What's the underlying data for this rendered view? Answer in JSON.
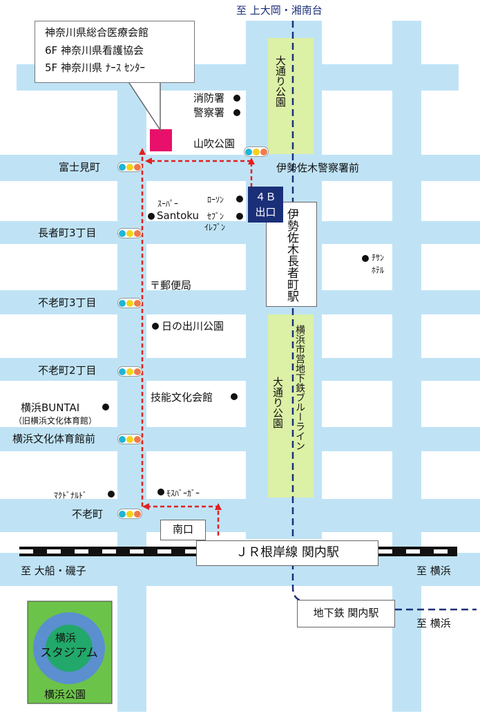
{
  "title_box": {
    "line1": "神奈川県総合医療会館",
    "line2": "6F 神奈川県看護協会",
    "line3": "5F 神奈川県 ﾅｰｽ ｾﾝﾀｰ"
  },
  "directions": {
    "north": "至 上大岡・湘南台",
    "west": "至 大船・磯子",
    "east": "至 横浜",
    "east_subway": "至 横浜"
  },
  "stations": {
    "isezaki": "伊勢佐木長者町駅",
    "exit": {
      "line1": "４Ｂ",
      "line2": "出口"
    },
    "jr": "ＪＲ根岸線 関内駅",
    "south_exit": "南口",
    "subway_kannai": "地下鉄 関内駅",
    "subway_line": "横浜市営地下鉄ブルーライン"
  },
  "parks": {
    "odori_top": "大通り公園",
    "odori_bottom": "大通り公園",
    "yokohama_park": "横浜公園",
    "stadium": "横浜スタジアム"
  },
  "intersections": {
    "fujimicho": "富士見町",
    "yamabuki": "山吹公園",
    "nagasha3": "長者町3丁目",
    "furo3": "不老町3丁目",
    "furo2": "不老町2丁目",
    "bunka": "横浜文化体育館前",
    "furocho": "不老町",
    "isezaki_police": "伊勢佐木警察署前"
  },
  "landmarks": {
    "fire": "消防署",
    "police": "警察署",
    "lawson": "ﾛｰｿﾝ",
    "super": "ｽｰﾊﾟｰ",
    "santoku": "Santoku",
    "seven1": "ｾﾌﾞﾝ",
    "seven2": "ｲﾚﾌﾞﾝ",
    "post": "〒郵便局",
    "hinode": "日の出川公園",
    "ginou": "技能文化会館",
    "buntai": "横浜BUNTAI",
    "buntai_sub": "（旧横浜文化体育館）",
    "mcd": "ﾏｸﾄﾞﾅﾙﾄﾞ",
    "mos": "ﾓｽﾊﾞｰｶﾞｰ",
    "chisun1": "ﾁｻﾝ",
    "chisun2": "ﾎﾃﾙ"
  },
  "colors": {
    "road": "#bfe3f5",
    "park": "#dcf0a6",
    "route": "#e02020",
    "destination": "#e8106a",
    "subway": "#1b2f78",
    "rail": "#111111",
    "signal_blue": "#1fb5d6",
    "signal_yellow": "#f4d21c",
    "signal_red": "#ee7a4c",
    "stadium_ring": "#5b8fd0",
    "stadium_field": "#22a86a",
    "park_bg": "#6cc34a"
  },
  "icons": {
    "signal": "traffic-light-icon",
    "landmark": "dot-marker-icon",
    "destination": "destination-square-icon"
  }
}
